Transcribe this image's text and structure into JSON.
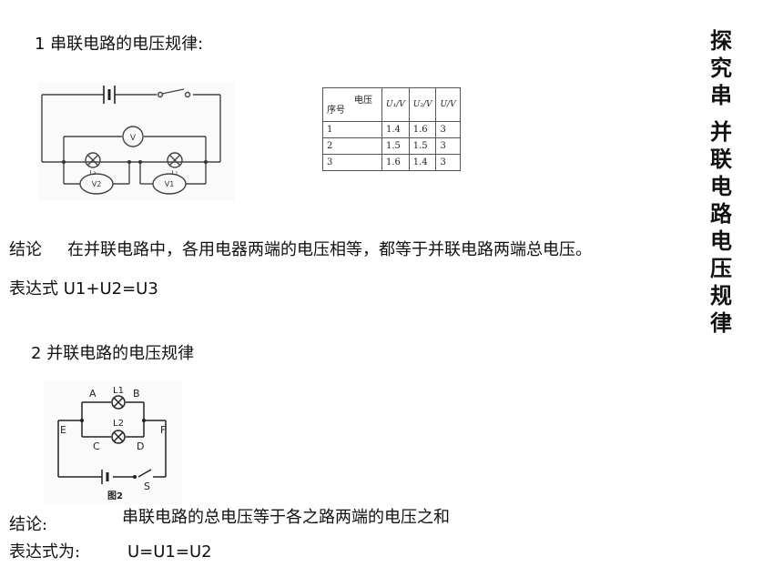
{
  "section1": {
    "heading": "1 串联电路的电压规律:",
    "table": {
      "corner_top": "电压",
      "corner_bottom": "序号",
      "headers": [
        "U₁/V",
        "U₂/V",
        "U/V"
      ],
      "rows": [
        [
          "1",
          "1.4",
          "1.6",
          "3"
        ],
        [
          "2",
          "1.5",
          "1.5",
          "3"
        ],
        [
          "3",
          "1.6",
          "1.4",
          "3"
        ]
      ]
    },
    "circuit_labels": {
      "v_meter": "V",
      "v2": "V2",
      "v1": "V1",
      "l2": "L₂",
      "l1": "L₁"
    },
    "conclusion_label": "结论",
    "conclusion_text": "在并联电路中，各用电器两端的电压相等，都等于并联电路两端总电压。",
    "expression_label": "表达式",
    "expression": "U1+U2=U3"
  },
  "section2": {
    "heading": "2 并联电路的电压规律",
    "circuit_labels": {
      "a": "A",
      "b": "B",
      "c": "C",
      "d": "D",
      "e": "E",
      "f": "F",
      "l1": "L1",
      "l2": "L2",
      "s": "S",
      "caption": "图2"
    },
    "conclusion_label": "结论:",
    "conclusion_text": "串联电路的总电压等于各之路两端的电压之和",
    "expression_label": "表达式为:",
    "expression": "U=U1=U2"
  },
  "side_title": [
    "探",
    "究",
    "串",
    "",
    "并",
    "联",
    "电",
    "路",
    "电",
    "压",
    "规",
    "律"
  ]
}
